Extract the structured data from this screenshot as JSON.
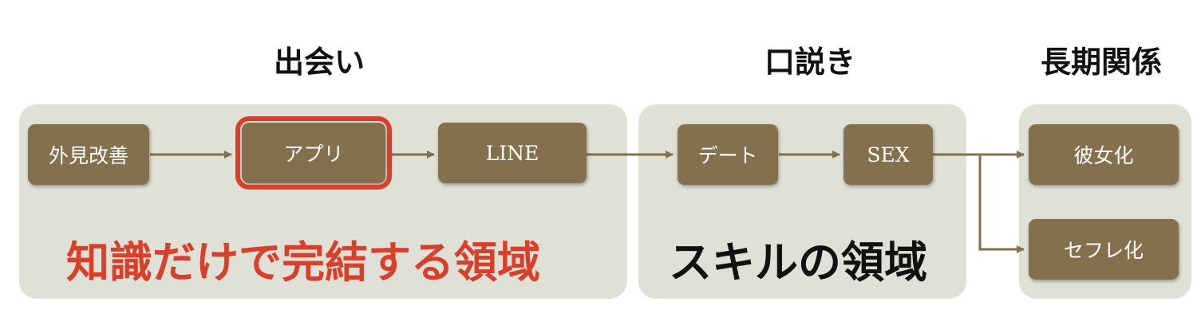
{
  "stages": {
    "meeting": "出会い",
    "seduction": "口説き",
    "long_term": "長期関係"
  },
  "steps": {
    "appearance": "外見改善",
    "app": "アプリ",
    "line": "LINE",
    "date": "デート",
    "sex": "SEX",
    "girlfriend": "彼女化",
    "sefure": "セフレ化"
  },
  "regions": {
    "knowledge": "知識だけで完結する領域",
    "skill": "スキルの領域"
  },
  "colors": {
    "panel": "#dfe0d6",
    "box": "#85704d",
    "arrow": "#85704d",
    "highlight": "#d9402b",
    "knowledge_text": "#d9402b",
    "skill_text": "#111111"
  }
}
